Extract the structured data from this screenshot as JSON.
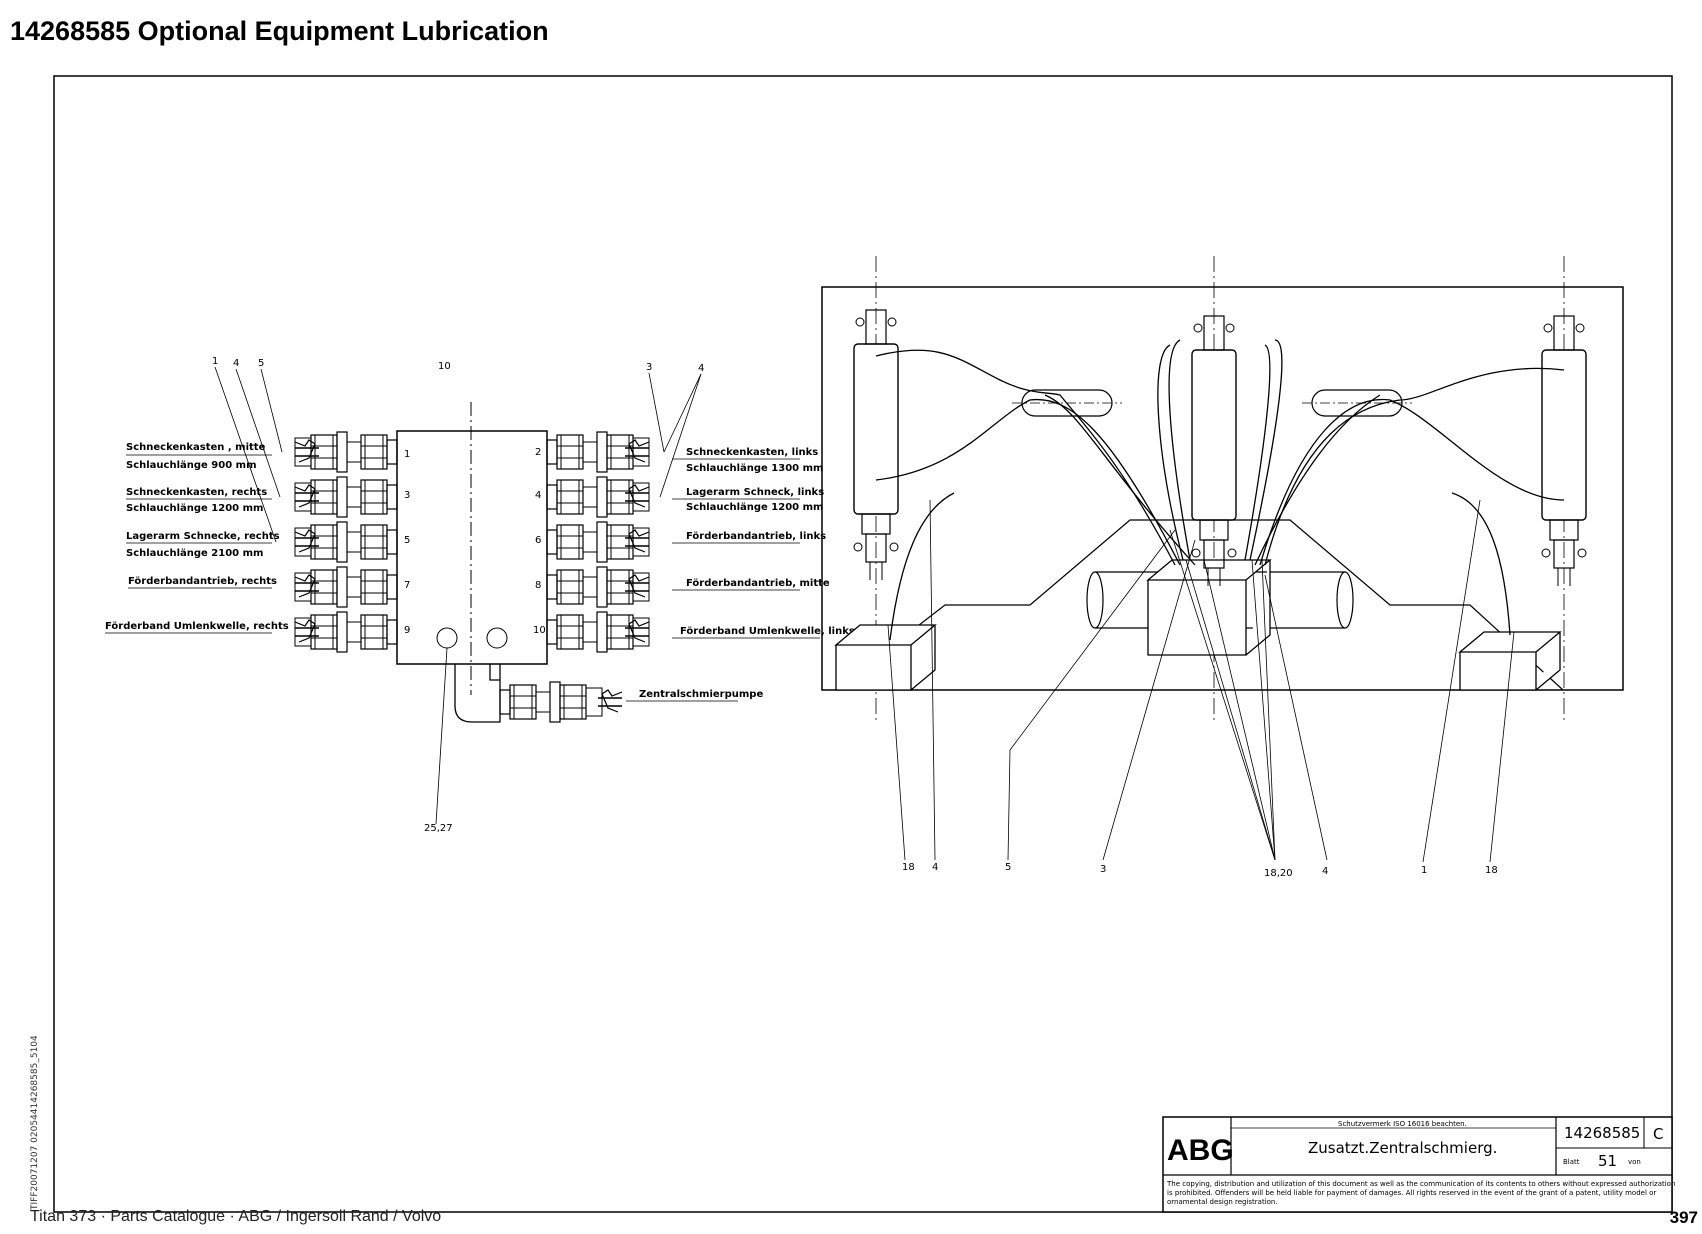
{
  "header": {
    "title": "14268585  Optional Equipment Lubrication"
  },
  "distributor": {
    "left_labels": [
      {
        "line1": "Schneckenkasten , mitte",
        "line2": "Schlauchlänge 900 mm",
        "port": "1"
      },
      {
        "line1": "Schneckenkasten, rechts",
        "line2": "Schlauchlänge 1200 mm",
        "port": "3"
      },
      {
        "line1": "Lagerarm Schnecke, rechts",
        "line2": "Schlauchlänge 2100 mm",
        "port": "5"
      },
      {
        "line1": "Förderbandantrieb, rechts",
        "line2": "",
        "port": "7"
      },
      {
        "line1": "Förderband Umlenkwelle, rechts",
        "line2": "",
        "port": "9"
      }
    ],
    "right_labels": [
      {
        "line1": "Schneckenkasten, links",
        "line2": "Schlauchlänge 1300 mm",
        "port": "2"
      },
      {
        "line1": "Lagerarm Schneck, links",
        "line2": "Schlauchlänge 1200 mm",
        "port": "4"
      },
      {
        "line1": "Förderbandantrieb, links",
        "line2": "",
        "port": "6"
      },
      {
        "line1": "Förderbandantrieb, mitte",
        "line2": "",
        "port": "8"
      },
      {
        "line1": "Förderband Umlenkwelle, links",
        "line2": "",
        "port": "10"
      }
    ],
    "pump_label": "Zentralschmierpumpe",
    "callouts": [
      "1",
      "4",
      "5",
      "10",
      "3",
      "4",
      "25,27"
    ]
  },
  "assembly": {
    "callouts": [
      "18",
      "4",
      "5",
      "3",
      "18,20",
      "4",
      "1",
      "18"
    ]
  },
  "title_block": {
    "logo": "ABG",
    "protection_note": "Schutzvermerk ISO 16016 beachten.",
    "drawing_name": "Zusatzt.Zentralschmierg.",
    "drawing_number": "14268585",
    "revision": "C",
    "sheet_label": "Blatt",
    "sheet_number": "51",
    "sheet_of": "von",
    "copyright_line1": "The copying, distribution and utilization of this document as well as the communication of its contents to others without expressed authorization",
    "copyright_line2": "is prohibited. Offenders will be held liable for payment of damages. All rights reserved in the event of the grant of a patent, utility model or",
    "copyright_line3": "ornamental design registration."
  },
  "side_code": "TIFF20071207 02054414268585_5104",
  "footer": {
    "left": "Titan 373  ·  Parts Catalogue  ·  ABG / Ingersoll Rand / Volvo",
    "page": "397"
  }
}
